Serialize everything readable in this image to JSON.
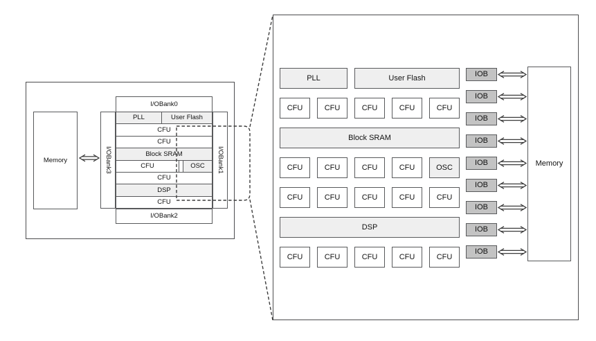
{
  "colors": {
    "background": "#ffffff",
    "box_border": "#58595b",
    "outline_border": "#4c4c4e",
    "light_fill": "#efefef",
    "iob_fill": "#c3c3c3",
    "dash_line": "#3c3c3c",
    "text": "#111111"
  },
  "left_diagram": {
    "memory_label": "Memory",
    "io_bank_top": "I/OBank0",
    "io_bank_right": "I/OBank1",
    "io_bank_bottom": "I/OBank2",
    "io_bank_left": "I/OBank3",
    "rows": [
      {
        "cells": [
          "PLL",
          "User Flash"
        ]
      },
      {
        "cells": [
          "CFU"
        ]
      },
      {
        "cells": [
          "CFU"
        ]
      },
      {
        "cells": [
          "Block SRAM"
        ]
      },
      {
        "cells": [
          "CFU",
          "OSC"
        ]
      },
      {
        "cells": [
          "CFU"
        ]
      },
      {
        "cells": [
          "DSP"
        ]
      },
      {
        "cells": [
          "CFU"
        ]
      }
    ]
  },
  "right_diagram": {
    "pll_label": "PLL",
    "user_flash_label": "User Flash",
    "cfu_label": "CFU",
    "block_sram_label": "Block SRAM",
    "osc_label": "OSC",
    "dsp_label": "DSP",
    "iob_label": "IOB",
    "iob_count": 9,
    "memory_label": "Memory"
  }
}
